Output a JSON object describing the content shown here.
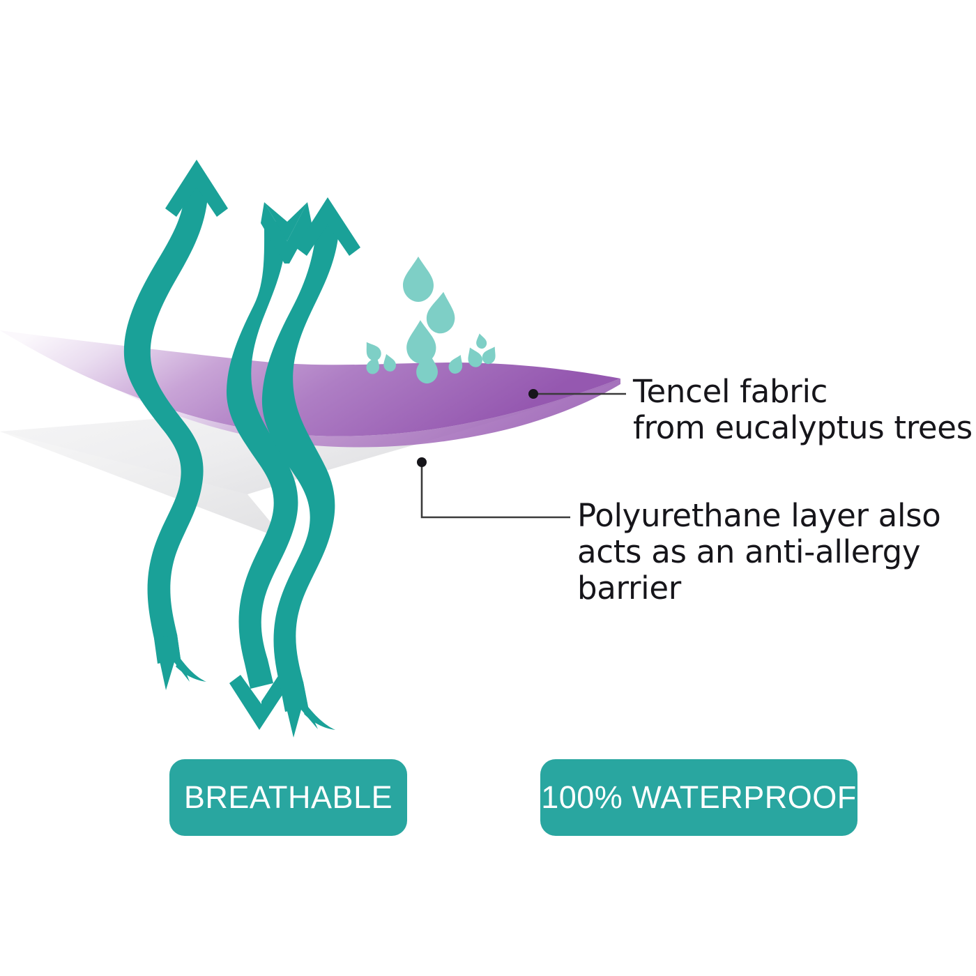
{
  "figure": {
    "title": "Breathable waterproof mattress protector layer diagram",
    "background_color": "#ffffff"
  },
  "colors": {
    "arrow_teal": "#1AA198",
    "badge_teal": "#29A6A0",
    "droplet_aqua": "#7ECFC6",
    "purple_dark": "#9B63B5",
    "purple_light": "#F3EDF7",
    "grey_layer_light": "#F2F2F3",
    "grey_layer_dark": "#D6D6D9",
    "leader_line": "#3A3A3A",
    "text": "#16151a",
    "badge_text": "#ffffff"
  },
  "layers": [
    {
      "id": "tencel",
      "name": "Tencel fabric layer",
      "color_from": "#F3EDF7",
      "color_to": "#9B63B5"
    },
    {
      "id": "polyurethane",
      "name": "Polyurethane layer",
      "color_from": "#F2F2F3",
      "color_to": "#D6D6D9"
    }
  ],
  "callouts": [
    {
      "id": "tencel",
      "text": "Tencel fabric\nfrom eucalyptus trees",
      "lines": [
        "Tencel fabric",
        "from eucalyptus trees"
      ],
      "leader_style": "straight-with-dot",
      "marker": "dot"
    },
    {
      "id": "polyurethane",
      "text": "Polyurethane layer also\nacts as an anti-allergy\nbarrier",
      "lines": [
        "Polyurethane layer also",
        "acts as an anti-allergy",
        "barrier"
      ],
      "leader_style": "elbow-with-dot",
      "marker": "dot"
    }
  ],
  "badges": [
    {
      "id": "breathable",
      "label": "BREATHABLE"
    },
    {
      "id": "waterproof",
      "label": "100% WATERPROOF"
    }
  ],
  "airflow_arrows": [
    {
      "id": "left",
      "direction_top": "up",
      "top_tip": "arrowhead",
      "bottom_tip": "forked-tail"
    },
    {
      "id": "middle",
      "direction_top": "up",
      "top_tip": "forked-tail",
      "bottom_tip": "arrowhead"
    },
    {
      "id": "right",
      "direction_top": "up",
      "top_tip": "arrowhead",
      "bottom_tip": "forked-tail"
    }
  ],
  "droplets": {
    "count": 11,
    "color": "#7ECFC6",
    "description": "water droplets beading on and above the Tencel surface"
  }
}
